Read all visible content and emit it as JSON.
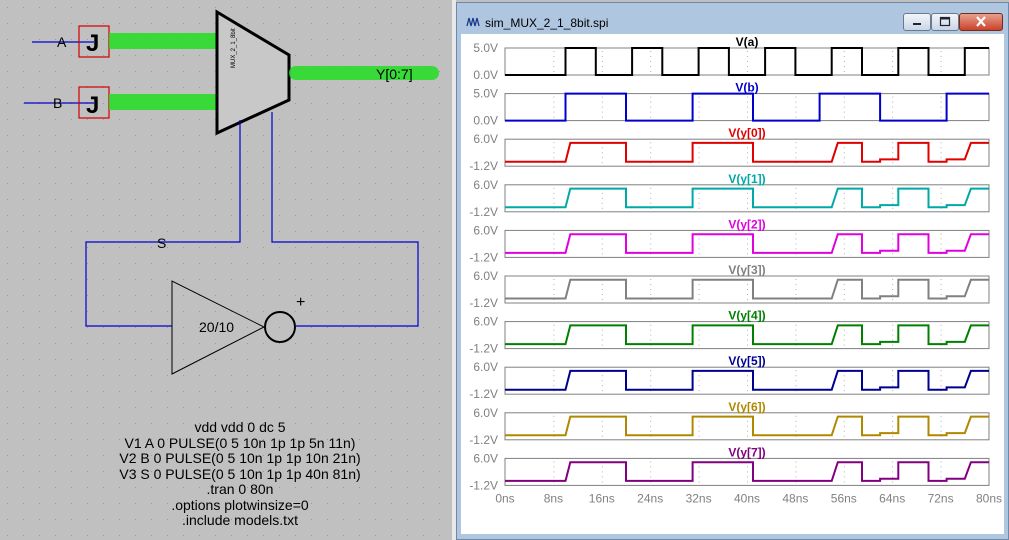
{
  "schematic": {
    "inputs": [
      "A",
      "B"
    ],
    "output_label": "Y[0:7]",
    "mux_label": "MUX_2_1_8bit",
    "select_label": "S",
    "amp_label": "20/10",
    "plus_label": "+",
    "directives": [
      "vdd vdd 0 dc 5",
      "V1 A 0 PULSE(0 5 10n 1p 1p 5n 11n)",
      "V2 B 0 PULSE(0 5 10n 1p 1p 10n 21n)",
      "V3 S 0 PULSE(0 5 10n 1p 1p 40n 81n)",
      ".tran 0 80n",
      ".options plotwinsize=0",
      ".include models.txt"
    ]
  },
  "window": {
    "title": "sim_MUX_2_1_8bit.spi"
  },
  "chart_data": {
    "type": "line",
    "x_axis": {
      "unit": "ns",
      "range": [
        0,
        80
      ],
      "ticks": [
        "0ns",
        "8ns",
        "16ns",
        "24ns",
        "32ns",
        "40ns",
        "48ns",
        "56ns",
        "64ns",
        "72ns",
        "80ns"
      ]
    },
    "panes": [
      {
        "name": "V(a)",
        "color": "#000000",
        "ymin": 0,
        "ymax": 5,
        "ylabels": [
          "5.0V",
          "0.0V"
        ],
        "x": [
          0,
          10,
          10,
          15,
          15,
          21,
          21,
          26,
          26,
          32,
          32,
          37,
          37,
          43,
          43,
          48,
          48,
          54,
          54,
          59,
          59,
          65,
          65,
          70,
          70,
          76,
          76,
          80
        ],
        "y": [
          0,
          0,
          5,
          5,
          0,
          0,
          5,
          5,
          0,
          0,
          5,
          5,
          0,
          0,
          5,
          5,
          0,
          0,
          5,
          5,
          0,
          0,
          5,
          5,
          0,
          0,
          5,
          5
        ]
      },
      {
        "name": "V(b)",
        "color": "#0000cc",
        "ymin": 0,
        "ymax": 5,
        "ylabels": [
          "5.0V",
          "0.0V"
        ],
        "x": [
          0,
          10,
          10,
          20,
          20,
          31,
          31,
          41,
          41,
          52,
          52,
          62,
          62,
          73,
          73,
          80
        ],
        "y": [
          0,
          0,
          5,
          5,
          0,
          0,
          5,
          5,
          0,
          0,
          5,
          5,
          0,
          0,
          5,
          5
        ]
      },
      {
        "name": "V(y[0])",
        "color": "#e00000",
        "ymin": -1.2,
        "ymax": 6.0,
        "ylabels": [
          "6.0V",
          "-1.2V"
        ],
        "x": [
          0,
          10,
          10.8,
          20,
          20,
          31,
          31,
          41,
          41,
          52,
          52,
          54,
          55,
          59,
          59,
          62,
          62,
          65,
          65,
          70,
          70,
          73,
          73,
          76,
          77,
          80
        ],
        "y": [
          0,
          0,
          5,
          5,
          0,
          0,
          5,
          5,
          0,
          0,
          0,
          0,
          5,
          5,
          0,
          0,
          0.6,
          0.6,
          5,
          5,
          0,
          0,
          0.6,
          0.6,
          5,
          5
        ]
      },
      {
        "name": "V(y[1])",
        "color": "#00a8a8",
        "ymin": -1.2,
        "ymax": 6.0,
        "ylabels": [
          "6.0V",
          "-1.2V"
        ],
        "x": [
          0,
          10,
          10.8,
          20,
          20,
          31,
          31,
          41,
          41,
          52,
          52,
          54,
          55,
          59,
          59,
          62,
          62,
          65,
          65,
          70,
          70,
          73,
          73,
          76,
          77,
          80
        ],
        "y": [
          0,
          0,
          5,
          5,
          0,
          0,
          5,
          5,
          0,
          0,
          0,
          0,
          5,
          5,
          0,
          0,
          0.6,
          0.6,
          5,
          5,
          0,
          0,
          0.6,
          0.6,
          5,
          5
        ]
      },
      {
        "name": "V(y[2])",
        "color": "#e000e0",
        "ymin": -1.2,
        "ymax": 6.0,
        "ylabels": [
          "6.0V",
          "-1.2V"
        ],
        "x": [
          0,
          10,
          10.8,
          20,
          20,
          31,
          31,
          41,
          41,
          52,
          52,
          54,
          55,
          59,
          59,
          62,
          62,
          65,
          65,
          70,
          70,
          73,
          73,
          76,
          77,
          80
        ],
        "y": [
          0,
          0,
          5,
          5,
          0,
          0,
          5,
          5,
          0,
          0,
          0,
          0,
          5,
          5,
          0,
          0,
          0.6,
          0.6,
          5,
          5,
          0,
          0,
          0.6,
          0.6,
          5,
          5
        ]
      },
      {
        "name": "V(y[3])",
        "color": "#808080",
        "ymin": -1.2,
        "ymax": 6.0,
        "ylabels": [
          "6.0V",
          "-1.2V"
        ],
        "x": [
          0,
          10,
          10.8,
          20,
          20,
          31,
          31,
          41,
          41,
          52,
          52,
          54,
          55,
          59,
          59,
          62,
          62,
          65,
          65,
          70,
          70,
          73,
          73,
          76,
          77,
          80
        ],
        "y": [
          0,
          0,
          5,
          5,
          0,
          0,
          5,
          5,
          0,
          0,
          0,
          0,
          5,
          5,
          0,
          0,
          0.6,
          0.6,
          5,
          5,
          0,
          0,
          0.6,
          0.6,
          5,
          5
        ]
      },
      {
        "name": "V(y[4])",
        "color": "#008000",
        "ymin": -1.2,
        "ymax": 6.0,
        "ylabels": [
          "6.0V",
          "-1.2V"
        ],
        "x": [
          0,
          10,
          10.8,
          20,
          20,
          31,
          31,
          41,
          41,
          52,
          52,
          54,
          55,
          59,
          59,
          62,
          62,
          65,
          65,
          70,
          70,
          73,
          73,
          76,
          77,
          80
        ],
        "y": [
          0,
          0,
          5,
          5,
          0,
          0,
          5,
          5,
          0,
          0,
          0,
          0,
          5,
          5,
          0,
          0,
          0.6,
          0.6,
          5,
          5,
          0,
          0,
          0.6,
          0.6,
          5,
          5
        ]
      },
      {
        "name": "V(y[5])",
        "color": "#000090",
        "ymin": -1.2,
        "ymax": 6.0,
        "ylabels": [
          "6.0V",
          "-1.2V"
        ],
        "x": [
          0,
          10,
          10.8,
          20,
          20,
          31,
          31,
          41,
          41,
          52,
          52,
          54,
          55,
          59,
          59,
          62,
          62,
          65,
          65,
          70,
          70,
          73,
          73,
          76,
          77,
          80
        ],
        "y": [
          0,
          0,
          5,
          5,
          0,
          0,
          5,
          5,
          0,
          0,
          0,
          0,
          5,
          5,
          0,
          0,
          0.6,
          0.6,
          5,
          5,
          0,
          0,
          0.6,
          0.6,
          5,
          5
        ]
      },
      {
        "name": "V(y[6])",
        "color": "#b08800",
        "ymin": -1.2,
        "ymax": 6.0,
        "ylabels": [
          "6.0V",
          "-1.2V"
        ],
        "x": [
          0,
          10,
          10.8,
          20,
          20,
          31,
          31,
          41,
          41,
          52,
          52,
          54,
          55,
          59,
          59,
          62,
          62,
          65,
          65,
          70,
          70,
          73,
          73,
          76,
          77,
          80
        ],
        "y": [
          0,
          0,
          5,
          5,
          0,
          0,
          5,
          5,
          0,
          0,
          0,
          0,
          5,
          5,
          0,
          0,
          0.6,
          0.6,
          5,
          5,
          0,
          0,
          0.6,
          0.6,
          5,
          5
        ]
      },
      {
        "name": "V(y[7])",
        "color": "#800080",
        "ymin": -1.2,
        "ymax": 6.0,
        "ylabels": [
          "6.0V",
          "-1.2V"
        ],
        "x": [
          0,
          10,
          10.8,
          20,
          20,
          31,
          31,
          41,
          41,
          52,
          52,
          54,
          55,
          59,
          59,
          62,
          62,
          65,
          65,
          70,
          70,
          73,
          73,
          76,
          77,
          80
        ],
        "y": [
          0,
          0,
          5,
          5,
          0,
          0,
          5,
          5,
          0,
          0,
          0,
          0,
          5,
          5,
          0,
          0,
          0.6,
          0.6,
          5,
          5,
          0,
          0,
          0.6,
          0.6,
          5,
          5
        ]
      }
    ]
  }
}
